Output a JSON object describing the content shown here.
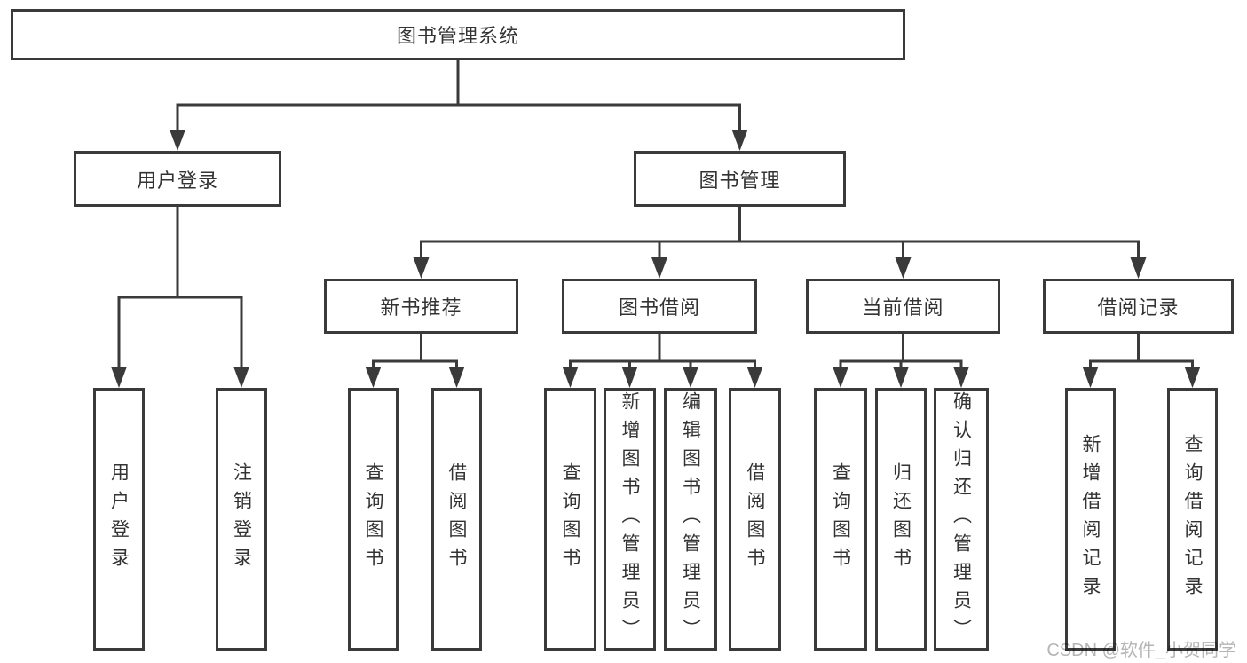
{
  "colors": {
    "line": "#3a3a3a",
    "text": "#333333",
    "watermark": "#b5b5b5"
  },
  "watermark": "CSDN @软件_小贺同学",
  "tree": {
    "label": "图书管理系统",
    "children": [
      {
        "label": "用户登录",
        "children": [
          {
            "label": "用户登录"
          },
          {
            "label": "注销登录"
          }
        ]
      },
      {
        "label": "图书管理",
        "children": [
          {
            "label": "新书推荐",
            "children": [
              {
                "label": "查询图书"
              },
              {
                "label": "借阅图书"
              }
            ]
          },
          {
            "label": "图书借阅",
            "children": [
              {
                "label": "查询图书"
              },
              {
                "label": "新增图书（管理员）"
              },
              {
                "label": "编辑图书（管理员）"
              },
              {
                "label": "借阅图书"
              }
            ]
          },
          {
            "label": "当前借阅",
            "children": [
              {
                "label": "查询图书"
              },
              {
                "label": "归还图书"
              },
              {
                "label": "确认归还（管理员）"
              }
            ]
          },
          {
            "label": "借阅记录",
            "children": [
              {
                "label": "新增借阅记录"
              },
              {
                "label": "查询借阅记录"
              }
            ]
          }
        ]
      }
    ]
  }
}
